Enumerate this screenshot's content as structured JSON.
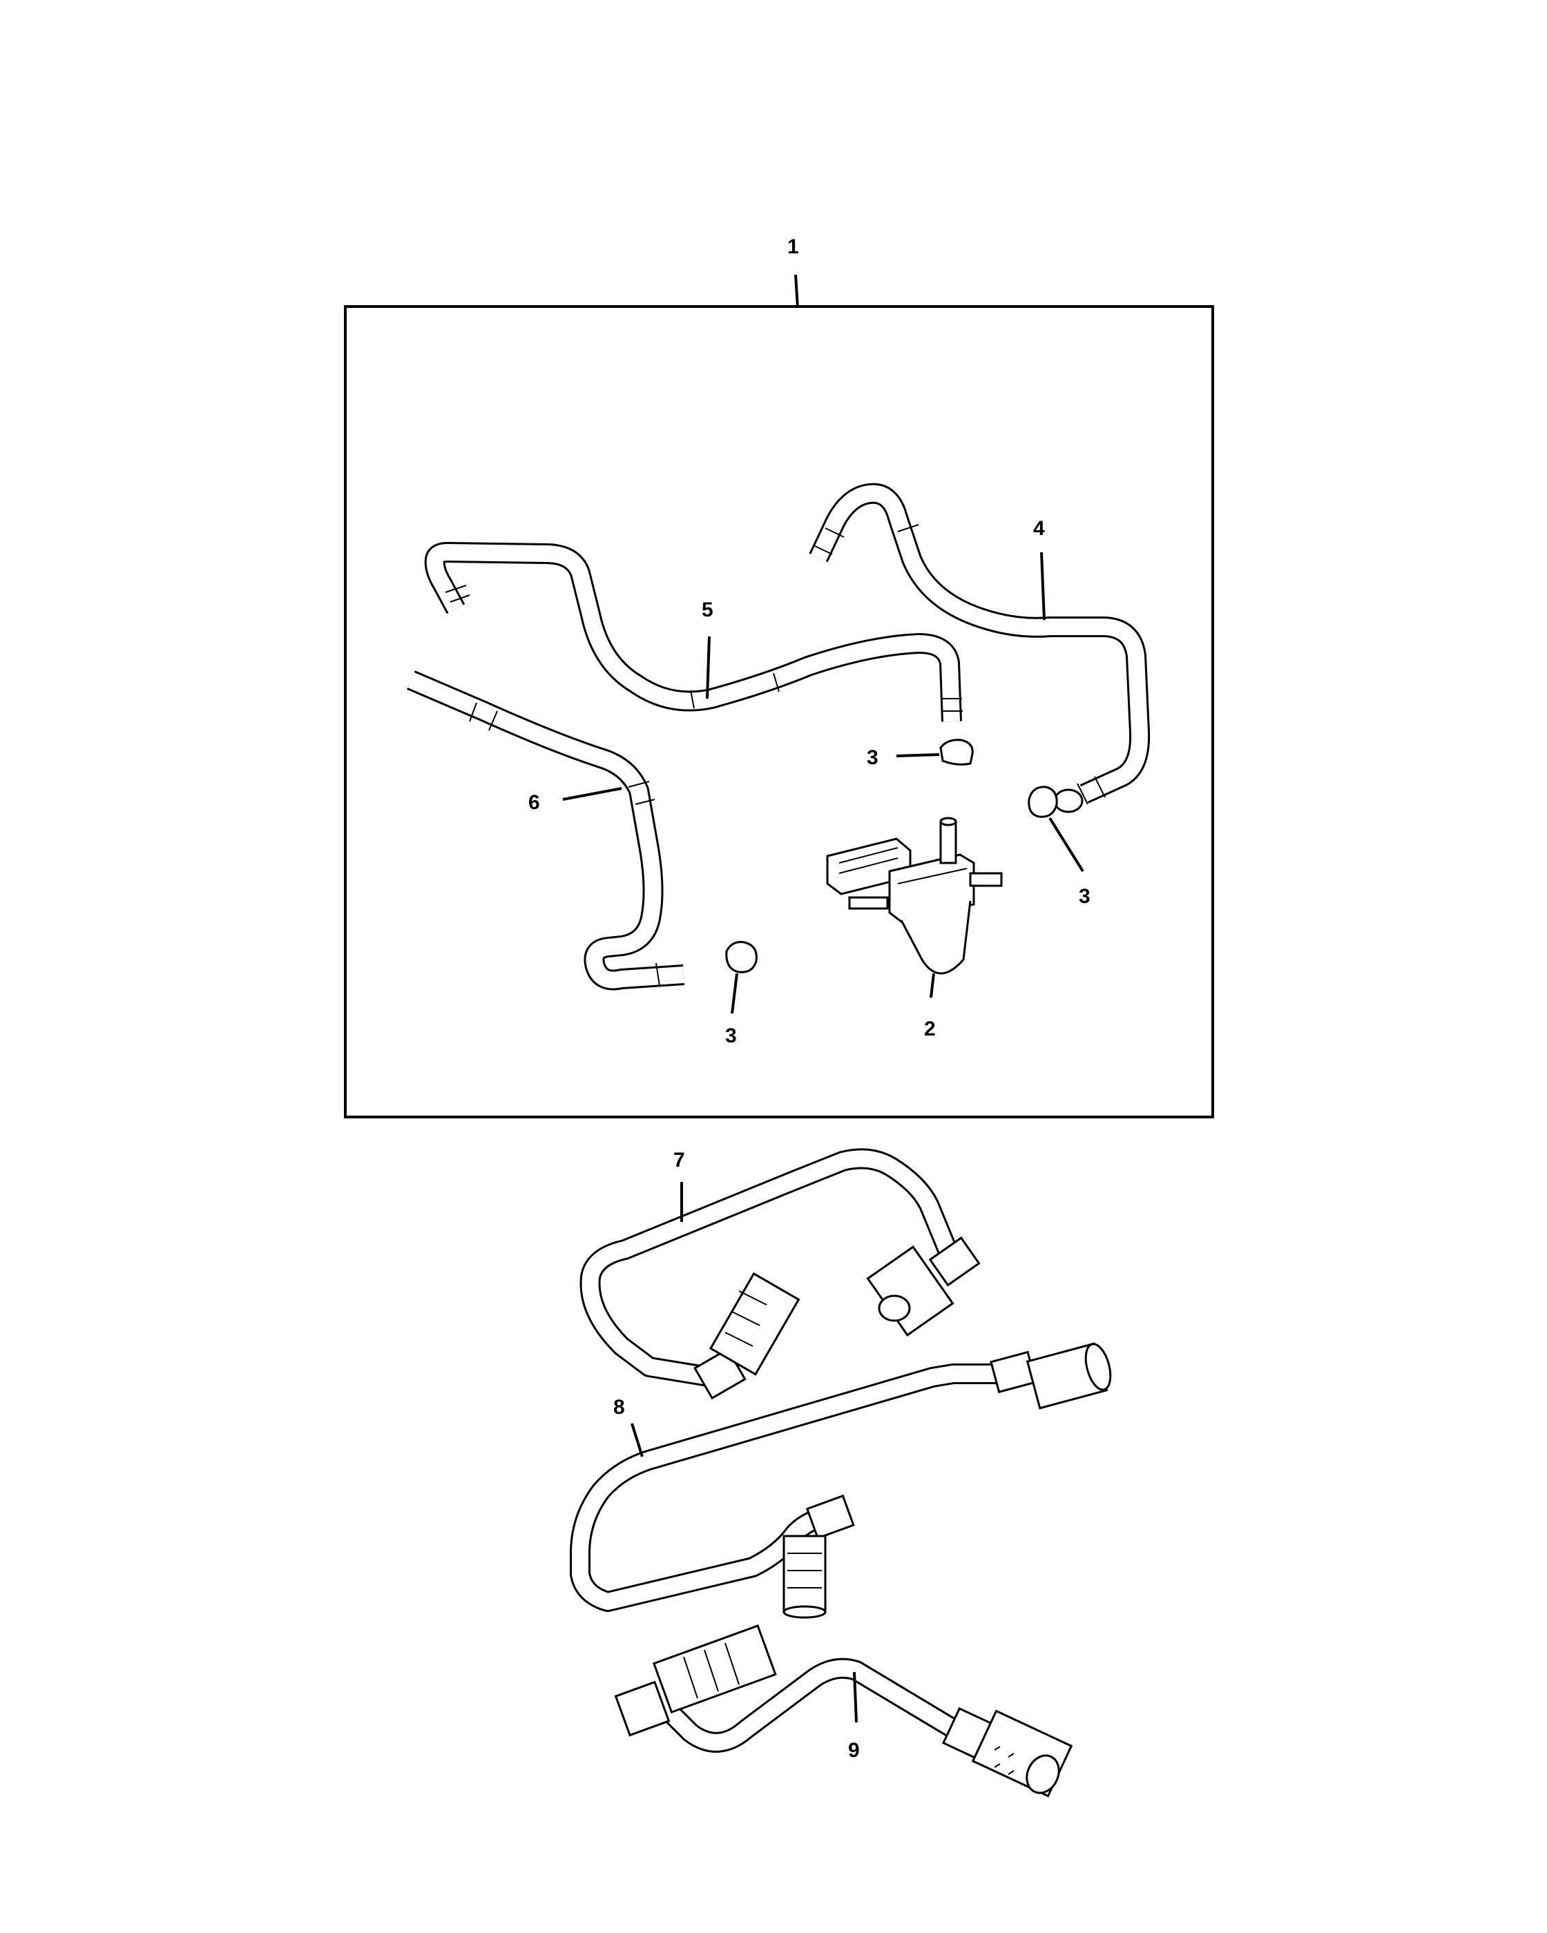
{
  "callouts": {
    "c1": "1",
    "c2": "2",
    "c3a": "3",
    "c3b": "3",
    "c3c": "3",
    "c4": "4",
    "c5": "5",
    "c6": "6",
    "c7": "7",
    "c8": "8",
    "c9": "9"
  },
  "colors": {
    "ink": "#000000",
    "paper": "#ffffff"
  }
}
